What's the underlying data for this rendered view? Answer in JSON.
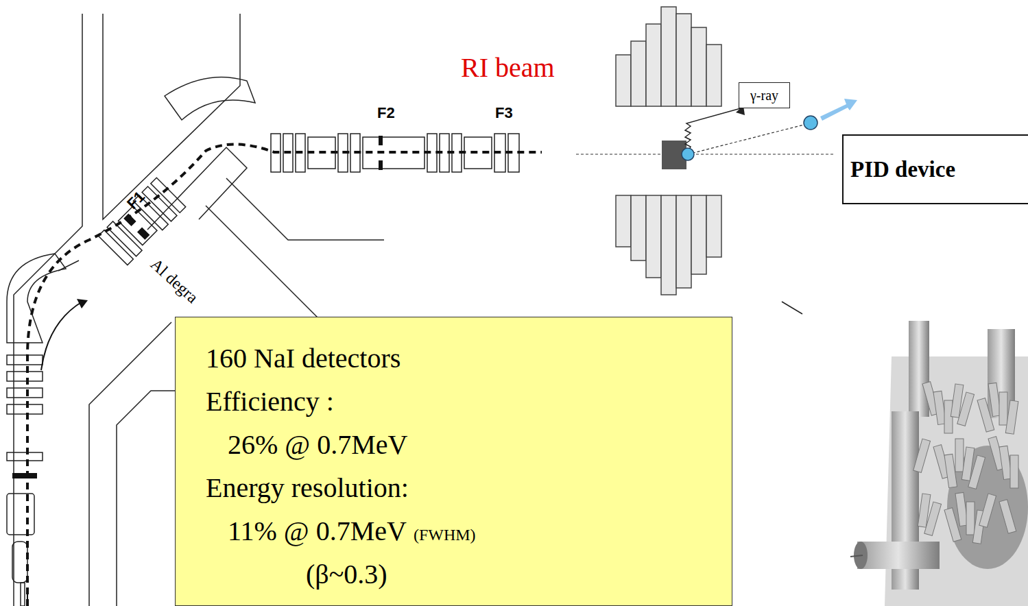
{
  "diagram": {
    "nodes": [
      {
        "text": [
          "γ-ray"
        ]
      },
      {
        "text": [
          "PID device"
        ]
      },
      {
        "text": [
          "160 NaI detectors",
          "Efficiency :",
          "26% @ 0.7MeV",
          "Energy resolution:",
          "11% @ 0.7MeV",
          "(FWHM)",
          "(β~0.3)"
        ]
      }
    ],
    "labels": [
      "RI beam",
      "F1",
      "F2",
      "F3",
      "Al degra"
    ]
  }
}
